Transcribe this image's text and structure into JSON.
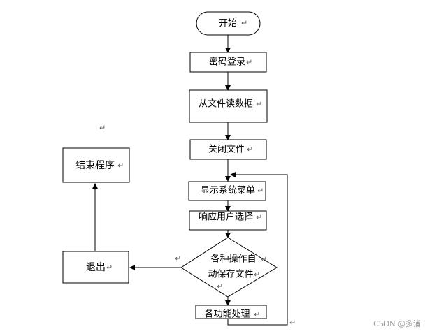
{
  "nodes": {
    "start": "开始",
    "login": "密码登录",
    "read": "从文件读数据",
    "close_file": "关闭文件",
    "show_menu": "显示系统菜单",
    "respond": "响应用户选择",
    "autosave_line1": "各种操作自",
    "autosave_line2": "动保存文件",
    "process": "各功能处理",
    "exit": "退出",
    "end": "结束程序"
  },
  "return_mark": "↵",
  "watermark": "CSDN @多浦"
}
